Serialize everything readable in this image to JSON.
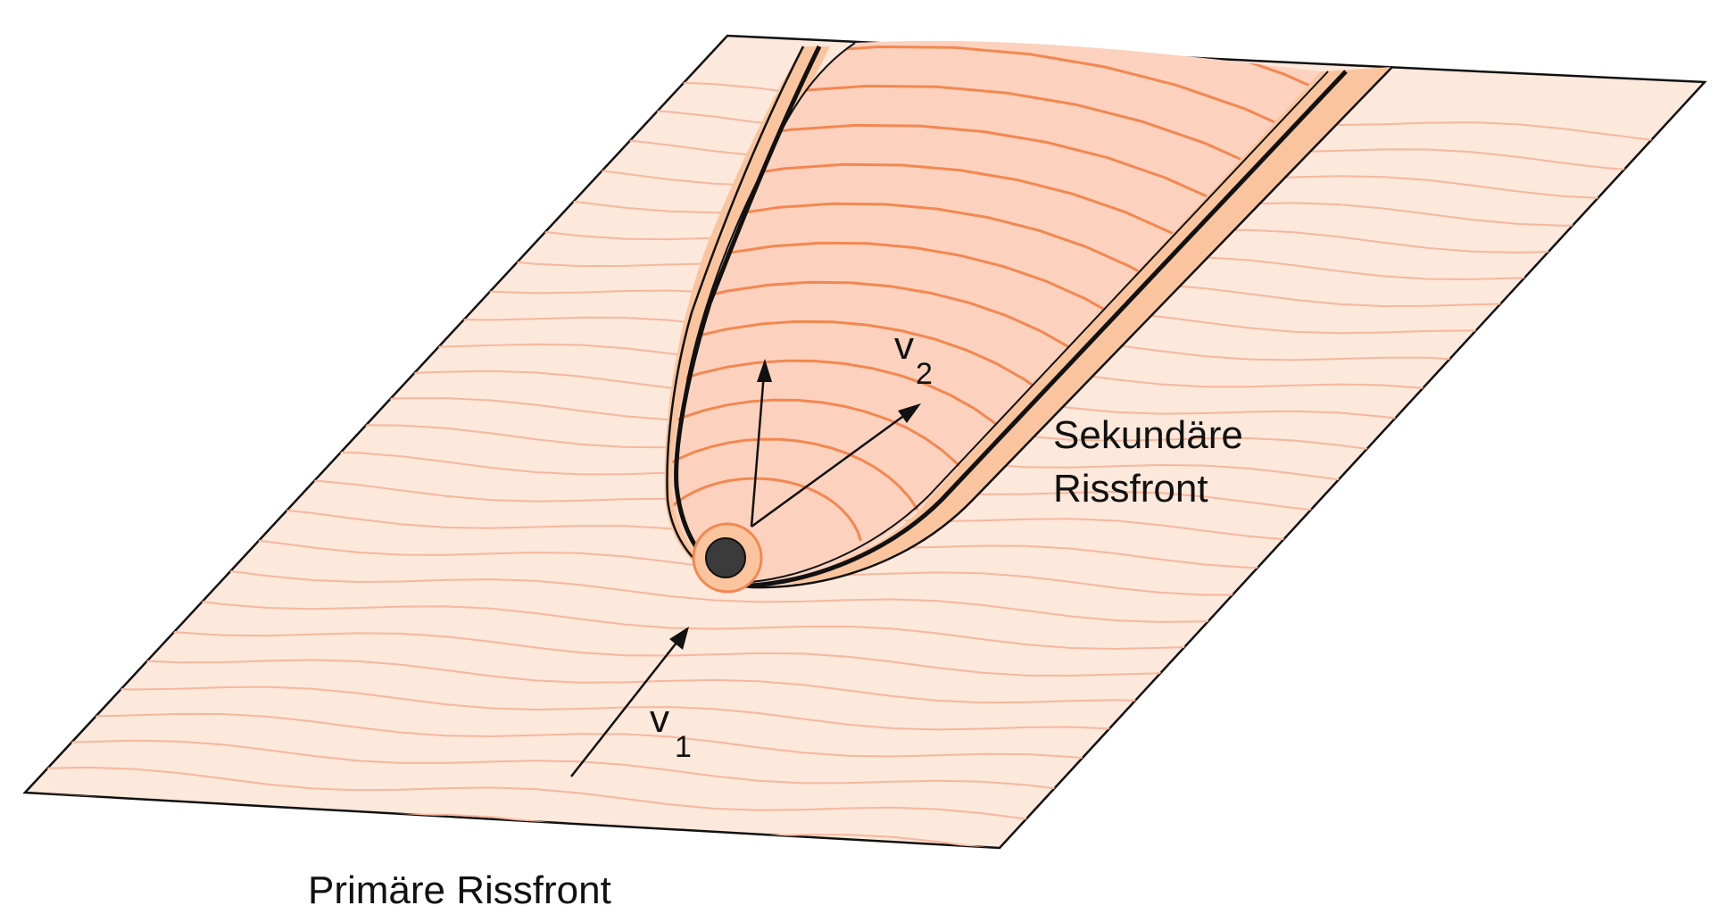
{
  "labels": {
    "primary_front": "Primäre Rissfront",
    "secondary_front_line1": "Sekundäre",
    "secondary_front_line2": "Rissfront",
    "v1_symbol": "v",
    "v1_subscript": "1",
    "v2_symbol": "v",
    "v2_subscript": "2"
  },
  "colors": {
    "plane_fill": "#fde8dc",
    "plane_lines": "#f6b79c",
    "bulge_fill": "#fcd2bf",
    "bulge_lines": "#f4874f",
    "band_fill": "#fac59e",
    "outline": "#111111",
    "particle": "#3b3b3b"
  }
}
